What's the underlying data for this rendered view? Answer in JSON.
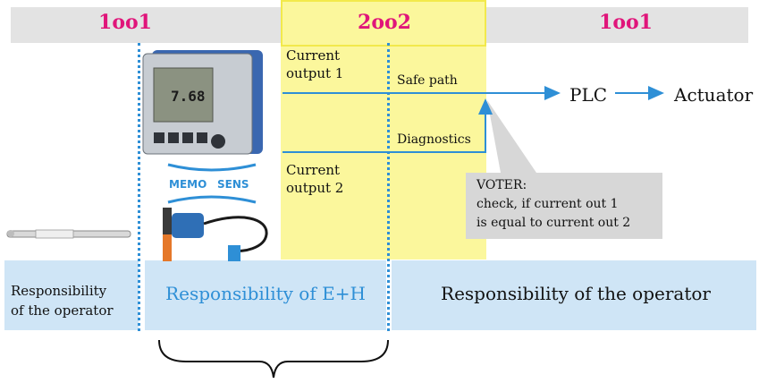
{
  "headers": {
    "left": "1oo1",
    "middle": "2oo2",
    "right": "1oo1"
  },
  "signals": {
    "current_output_1": "Current\noutput 1",
    "current_output_2": "Current\noutput 2",
    "safe_path": "Safe path",
    "diagnostics": "Diagnostics",
    "plc": "PLC",
    "actuator": "Actuator"
  },
  "voter": {
    "title": "VOTER:",
    "line1": "check, if current out 1",
    "line2": "is equal to current out 2"
  },
  "device": {
    "display_value": "7.68",
    "logo_left": "MEMO",
    "logo_right": "SENS"
  },
  "responsibility": {
    "operator_left": "Responsibility\nof the operator",
    "eh": "Responsibility of E+H",
    "operator_right": "Responsibility of the operator"
  },
  "colors": {
    "header_text": "#e0157a",
    "yellow_zone": "#fbf79c",
    "arrow_blue": "#2e8fd6",
    "responsibility_band": "#cfe5f6",
    "eh_text": "#2e8fd6"
  }
}
